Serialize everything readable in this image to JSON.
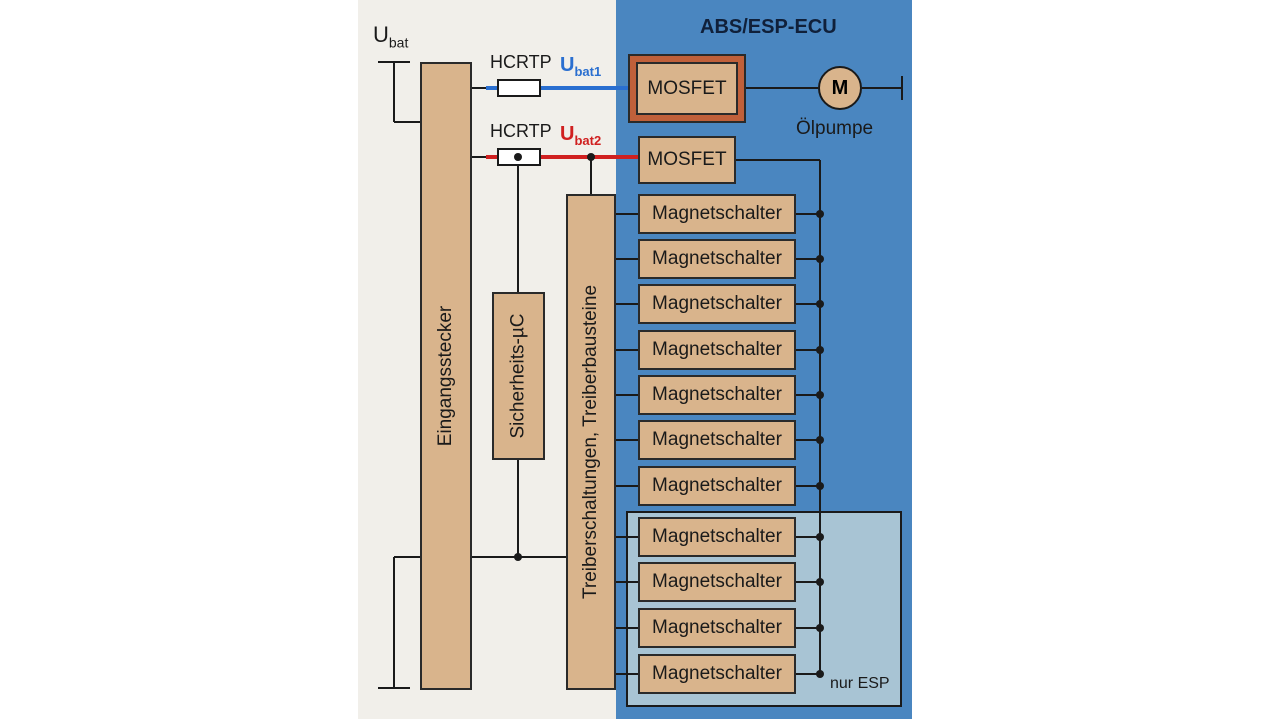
{
  "title": "ABS/ESP-ECU",
  "supply": {
    "main": "U",
    "main_sub": "bat",
    "line1": "U",
    "line1_sub": "bat1",
    "line2": "U",
    "line2_sub": "bat2"
  },
  "fuses": [
    "HCRTP",
    "HCRTP"
  ],
  "blocks": {
    "input_connector": "Eingangsstecker",
    "safety_uc": "Sicherheits-µC",
    "drivers": "Treiberschaltungen, Treiberbausteine",
    "mosfet1": "MOSFET",
    "mosfet2": "MOSFET",
    "motor": "M",
    "pump": "Ölpumpe",
    "esp_only": "nur ESP"
  },
  "solenoids": [
    "Magnetschalter",
    "Magnetschalter",
    "Magnetschalter",
    "Magnetschalter",
    "Magnetschalter",
    "Magnetschalter",
    "Magnetschalter",
    "Magnetschalter",
    "Magnetschalter",
    "Magnetschalter",
    "Magnetschalter"
  ],
  "colors": {
    "ecu_bg": "#4a86c0",
    "esp_bg": "#a8c4d4",
    "box": "#d9b48c",
    "line1": "#2a6fd0",
    "line2": "#d02020",
    "mosfet_highlight": "#c0603a"
  }
}
